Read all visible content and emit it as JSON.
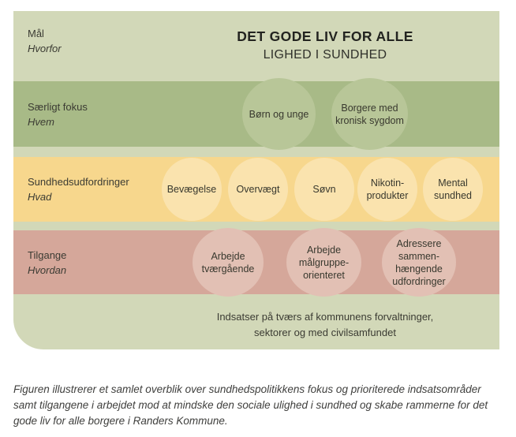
{
  "diagram": {
    "title_line1": "DET GODE LIV FOR ALLE",
    "title_line2": "LIGHED I SUNDHED",
    "rows": [
      {
        "label": "Mål",
        "sublabel": "Hvorfor",
        "items": []
      },
      {
        "label": "Særligt fokus",
        "sublabel": "Hvem",
        "items": [
          "Børn og unge",
          "Borgere med kronisk sygdom"
        ]
      },
      {
        "label": "Sundhedsudfordringer",
        "sublabel": "Hvad",
        "items": [
          "Bevægelse",
          "Overvægt",
          "Søvn",
          "Nikotin-produkter",
          "Mental sundhed"
        ]
      },
      {
        "label": "Tilgange",
        "sublabel": "Hvordan",
        "items": [
          "Arbejde tværgående",
          "Arbejde målgruppe-orienteret",
          "Adressere sammen-hængende udfordringer"
        ]
      }
    ],
    "footer_line1": "Indsatser på tværs af kommunens forvaltninger,",
    "footer_line2": "sektorer og med civilsamfundet",
    "colors": {
      "background": "#d2d8b8",
      "band_green": "#a8ba87",
      "band_yellow": "#f7d78d",
      "band_pink": "#d5a79a",
      "bubble_green": "#b8c698",
      "bubble_yellow": "#fae3ae",
      "bubble_pink": "#e2c0b4"
    }
  },
  "caption": "Figuren illustrerer et samlet overblik over sundhedspolitikkens fokus og prioriterede indsatsområder samt tilgangene i arbejdet mod at mindske den sociale ulighed i sundhed og skabe rammerne for det gode liv for alle borgere i Randers Kommune."
}
